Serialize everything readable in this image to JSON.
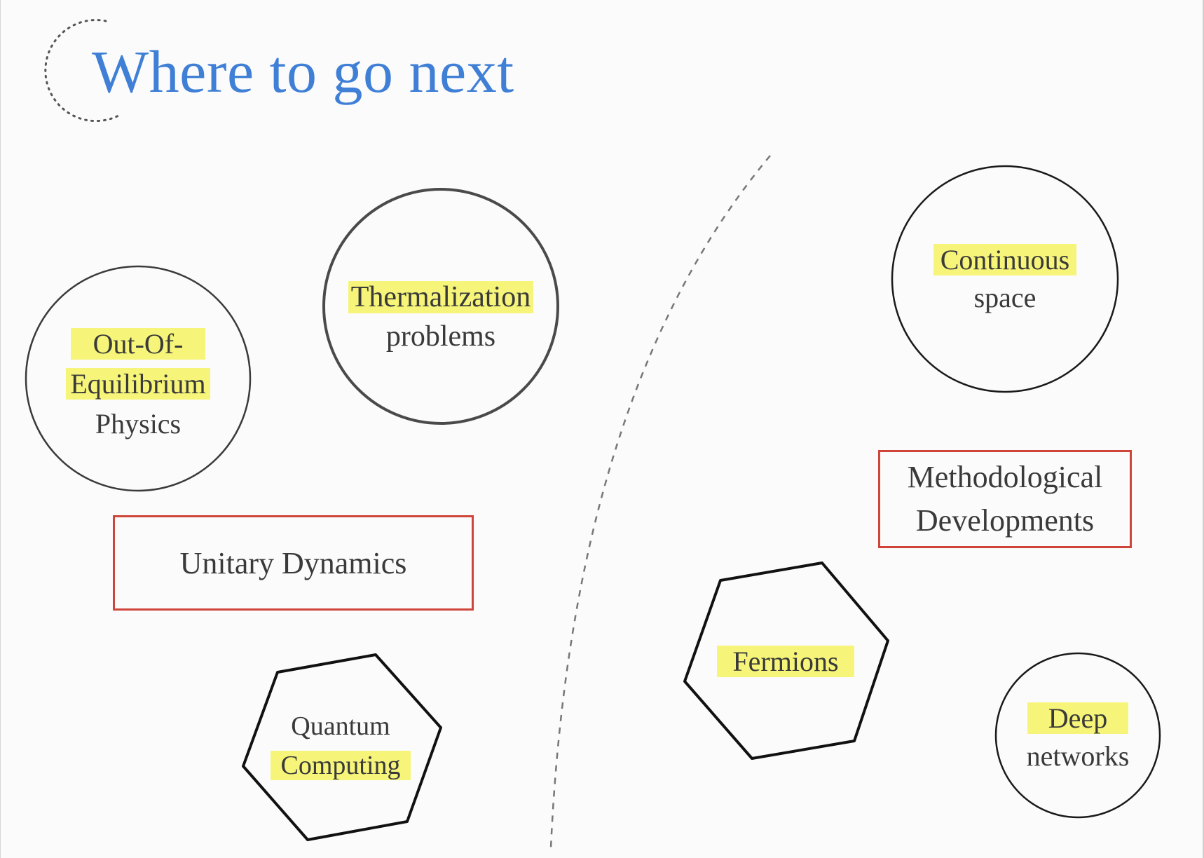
{
  "title": "Where to go next",
  "left_group": {
    "header": "Unitary Dynamics",
    "topics": [
      {
        "line1": "Out-Of-",
        "line2": "Equilibrium",
        "line3": "Physics"
      },
      {
        "line1": "Thermalization",
        "line2": "problems"
      },
      {
        "line1": "Quantum",
        "line2": "Computing"
      }
    ]
  },
  "right_group": {
    "header_line1": "Methodological",
    "header_line2": "Developments",
    "topics": [
      {
        "line1": "Continuous",
        "line2": "space"
      },
      {
        "line1": "Fermions"
      },
      {
        "line1": "Deep",
        "line2": "networks"
      }
    ]
  },
  "colors": {
    "title": "#3f7fd6",
    "highlight": "#f6f57a",
    "box_border": "#d0453a"
  }
}
